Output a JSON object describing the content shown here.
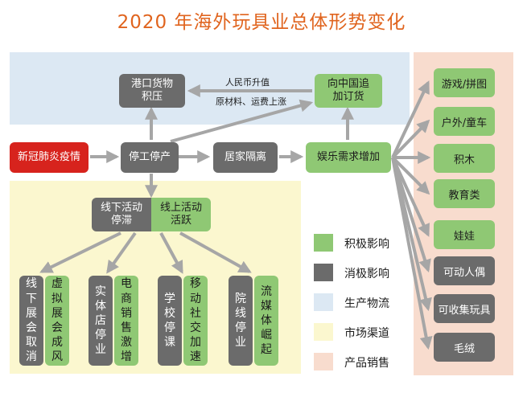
{
  "title": "2020 年海外玩具业总体形势变化",
  "nodes": {
    "port": "港口货物积压",
    "orders": "向中国追加订货",
    "covid": "新冠肺炎疫情",
    "shutdown": "停工停产",
    "home": "居家隔离",
    "demand": "娱乐需求增加",
    "offline": "线下活动停滞",
    "online": "线上活动活跃"
  },
  "notes": {
    "rmb": "人民币升值",
    "cost": "原材料、运费上涨"
  },
  "channels": [
    {
      "text": "线下展会取消",
      "type": "gray"
    },
    {
      "text": "虚拟展会成风",
      "type": "green"
    },
    {
      "text": "实体店停业",
      "type": "gray"
    },
    {
      "text": "电商销售激增",
      "type": "green"
    },
    {
      "text": "学校停课",
      "type": "gray"
    },
    {
      "text": "移动社交加速",
      "type": "green"
    },
    {
      "text": "院线停业",
      "type": "gray"
    },
    {
      "text": "流媒体崛起",
      "type": "green"
    }
  ],
  "products": [
    {
      "text": "游戏/拼图",
      "type": "green"
    },
    {
      "text": "户外/童车",
      "type": "green"
    },
    {
      "text": "积木",
      "type": "green"
    },
    {
      "text": "教育类",
      "type": "green"
    },
    {
      "text": "娃娃",
      "type": "green"
    },
    {
      "text": "可动人偶",
      "type": "gray"
    },
    {
      "text": "可收集玩具",
      "type": "gray"
    },
    {
      "text": "毛绒",
      "type": "gray"
    }
  ],
  "legend": [
    {
      "text": "积极影响",
      "color": "#8fc874"
    },
    {
      "text": "消极影响",
      "color": "#6b6b6b"
    },
    {
      "text": "生产物流",
      "color": "#dce8f3"
    },
    {
      "text": "市场渠道",
      "color": "#fbf7cf"
    },
    {
      "text": "产品销售",
      "color": "#f8dcce"
    }
  ]
}
